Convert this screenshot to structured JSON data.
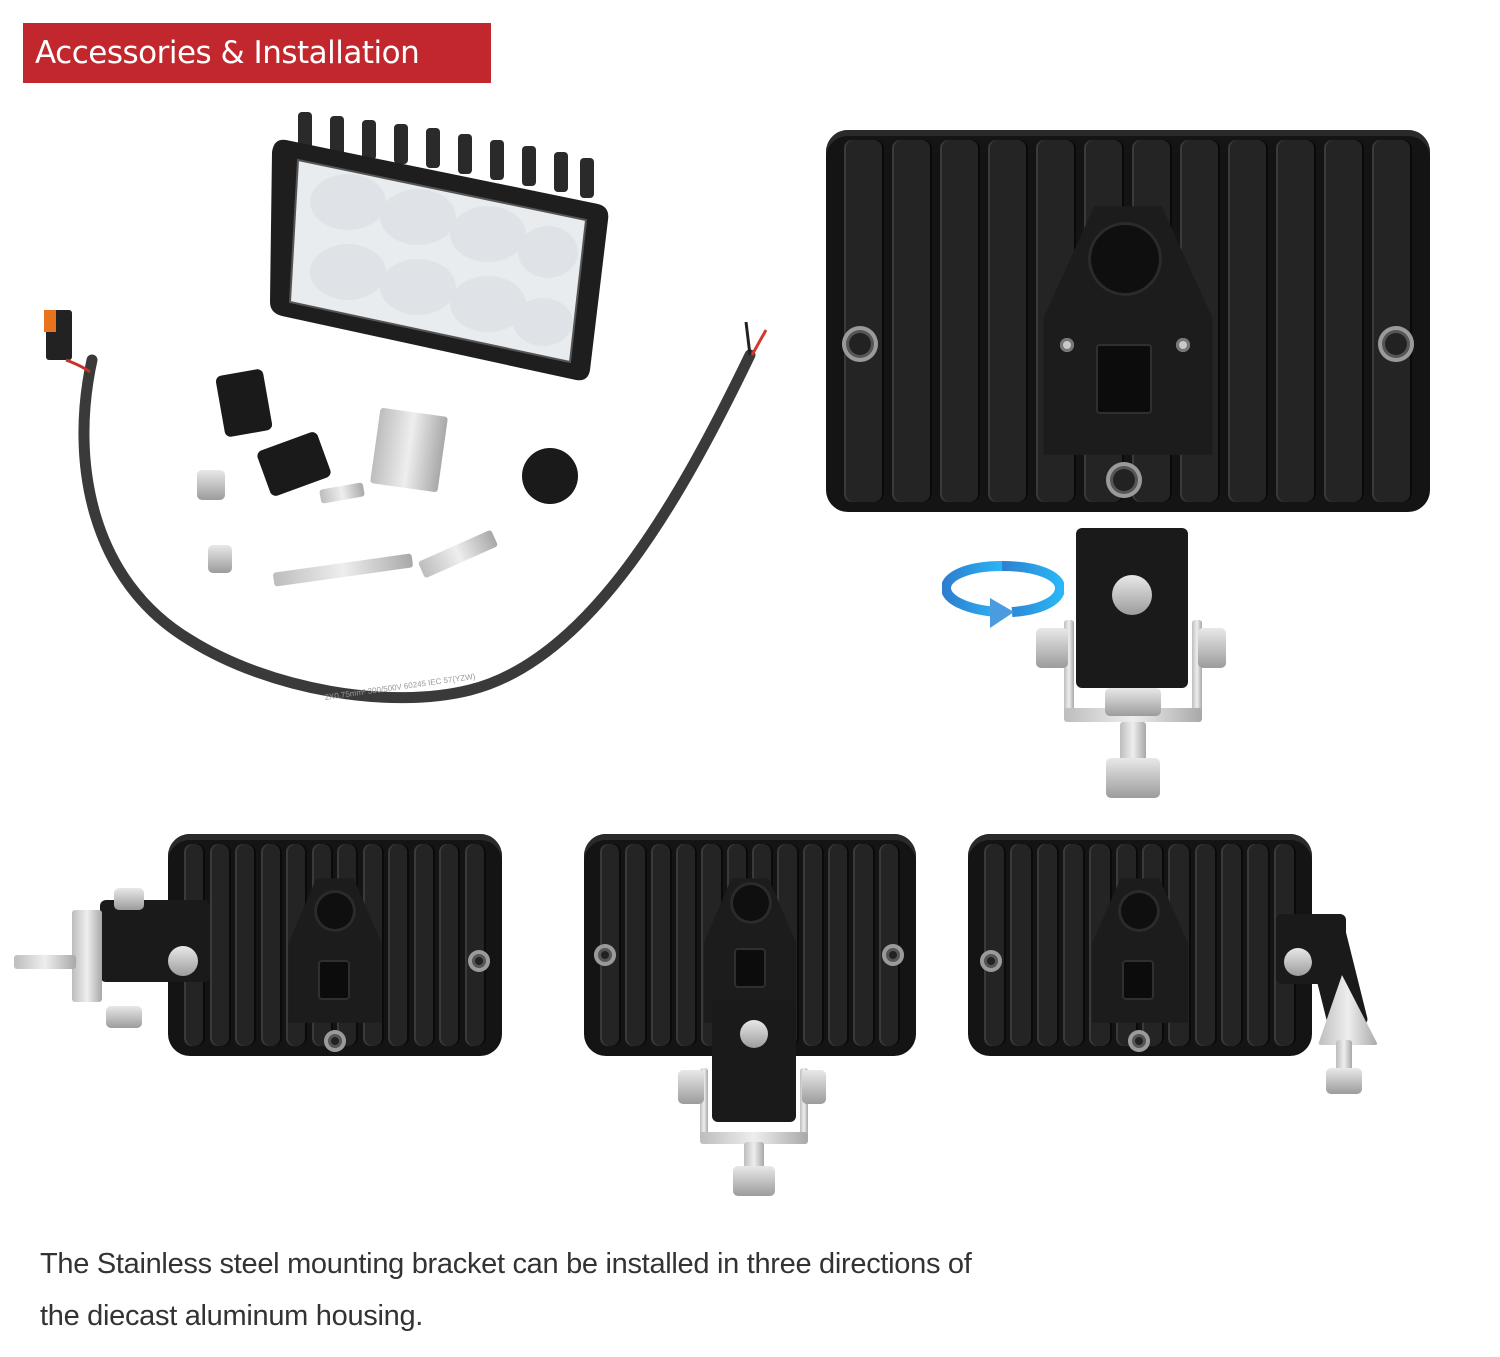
{
  "header": {
    "title": "Accessories & Installation",
    "background_color": "#c1272d",
    "text_color": "#ffffff"
  },
  "images": {
    "accessories_kit": {
      "description": "Rectangular LED work light with accessories: wiring harness with connector, mounting bracket parts, stainless steel bracket, nuts and bolts",
      "items": [
        "LED work light",
        "wiring harness with connector",
        "black mounting blocks",
        "stainless steel bracket",
        "lock nuts",
        "bolts"
      ]
    },
    "back_view_with_bracket": {
      "description": "Back of diecast aluminum housing with rotating bracket",
      "rotation_arrow_color": "#3a8fd8"
    },
    "installation_options": [
      {
        "position": "side-left",
        "description": "Bracket mounted on left side"
      },
      {
        "position": "bottom",
        "description": "Bracket mounted on bottom"
      },
      {
        "position": "side-right",
        "description": "Bracket mounted on right side"
      }
    ]
  },
  "caption": {
    "line1": "The Stainless steel mounting bracket can be installed in three directions of",
    "line2": "the diecast aluminum housing.",
    "text_color": "#333333"
  }
}
